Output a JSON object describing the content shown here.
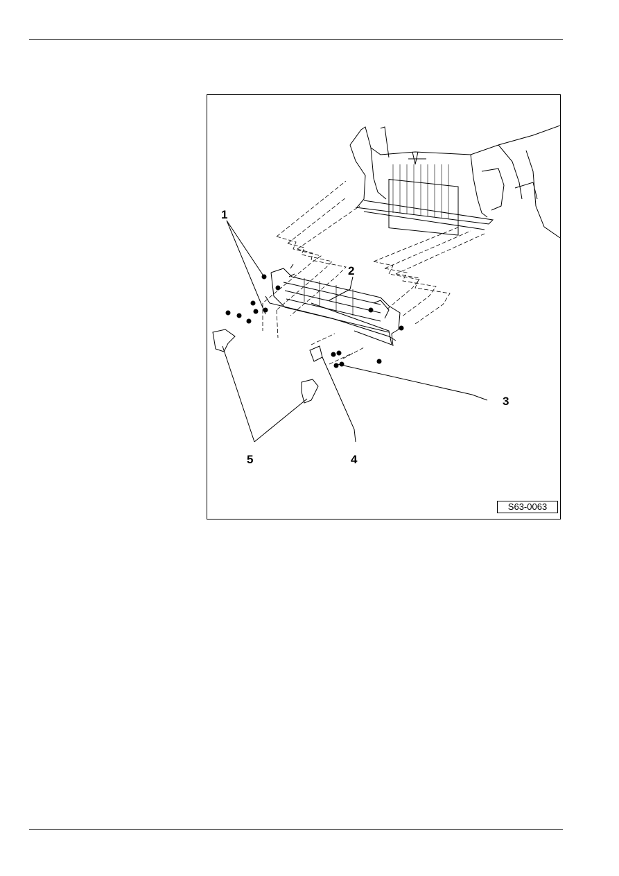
{
  "figure": {
    "code": "S63-0063",
    "callouts": [
      {
        "id": "1",
        "label": "1"
      },
      {
        "id": "2",
        "label": "2"
      },
      {
        "id": "3",
        "label": "3"
      },
      {
        "id": "4",
        "label": "4"
      },
      {
        "id": "5",
        "label": "5"
      }
    ],
    "line_color": "#000000"
  }
}
